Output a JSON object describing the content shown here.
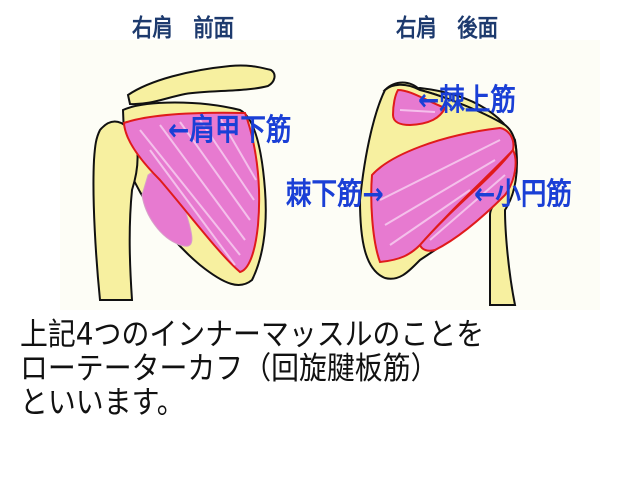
{
  "figures": {
    "front": {
      "title": "右肩　前面",
      "labels": {
        "subscapularis": "←肩甲下筋"
      }
    },
    "back": {
      "title": "右肩　後面",
      "labels": {
        "supraspinatus": "←棘上筋",
        "infraspinatus": "棘下筋→",
        "teres_minor": "←小円筋"
      }
    }
  },
  "caption": {
    "lines": [
      "上記4つのインナーマッスルのことを",
      "ローテーターカフ（回旋腱板筋）",
      "といいます。"
    ]
  },
  "colors": {
    "title": "#1d3a6e",
    "label": "#1a3fd6",
    "bone": "#f7f0a0",
    "muscle": "#e77ad0",
    "outline_muscle": "#e01b1b"
  }
}
